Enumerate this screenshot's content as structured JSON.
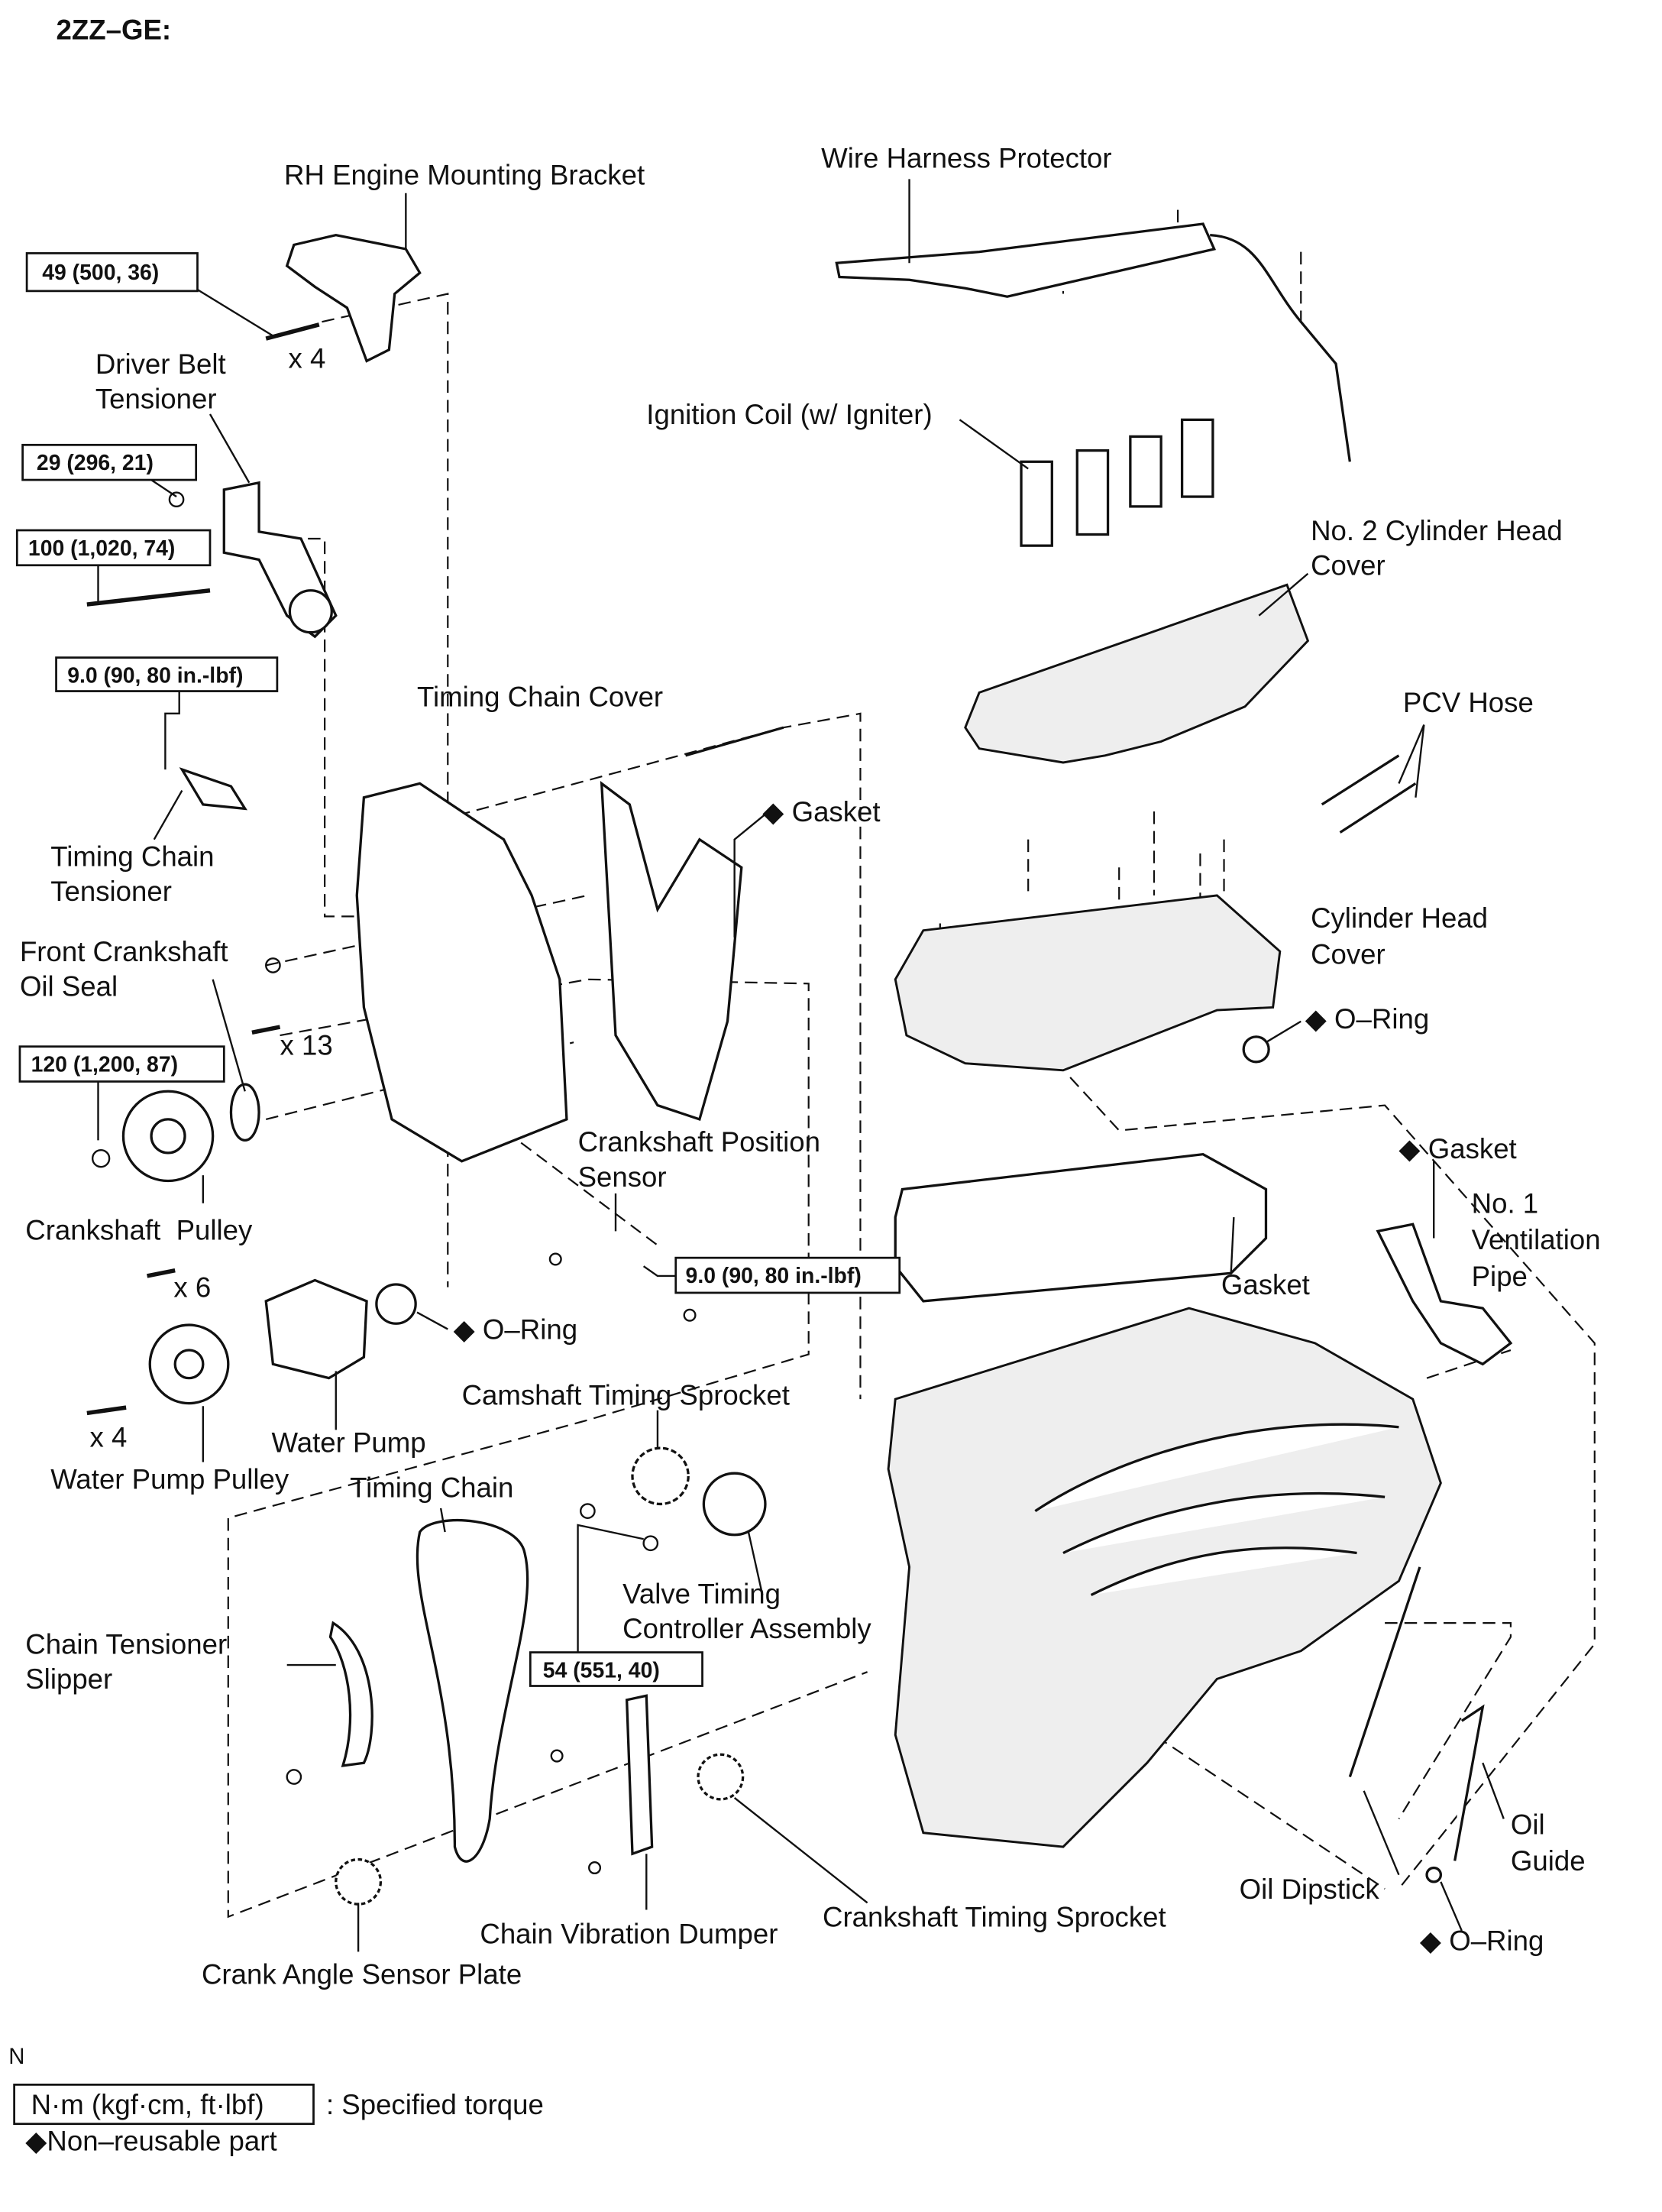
{
  "title": "2ZZ–GE:",
  "labels": {
    "rh_engine_mounting_bracket": "RH Engine Mounting Bracket",
    "wire_harness_protector": "Wire Harness Protector",
    "driver_belt_tensioner_1": "Driver Belt",
    "driver_belt_tensioner_2": "Tensioner",
    "ignition_coil": "Ignition Coil (w/ Igniter)",
    "no2_cyl_head_cover_1": "No. 2 Cylinder Head",
    "no2_cyl_head_cover_2": "Cover",
    "timing_chain_cover": "Timing Chain Cover",
    "pcv_hose": "PCV Hose",
    "gasket_chain_cover": "◆ Gasket",
    "timing_chain_tensioner_1": "Timing Chain",
    "timing_chain_tensioner_2": "Tensioner",
    "cyl_head_cover_1": "Cylinder Head",
    "cyl_head_cover_2": "Cover",
    "front_crank_oil_seal_1": "Front Crankshaft",
    "front_crank_oil_seal_2": "Oil Seal",
    "oring_head_cover": "◆ O–Ring",
    "crank_position_sensor_1": "Crankshaft Position",
    "crank_position_sensor_2": "Sensor",
    "gasket_vent_pipe": "◆ Gasket",
    "no1_vent_pipe_1": "No. 1",
    "no1_vent_pipe_2": "Ventilation",
    "no1_vent_pipe_3": "Pipe",
    "crankshaft_pulley": "Crankshaft  Pulley",
    "gasket_head_cover": "Gasket",
    "oring_water_pump": "◆ O–Ring",
    "camshaft_timing_sprocket": "Camshaft Timing Sprocket",
    "water_pump": "Water Pump",
    "water_pump_pulley": "Water Pump Pulley",
    "timing_chain": "Timing Chain",
    "vvt_controller_1": "Valve Timing",
    "vvt_controller_2": "Controller Assembly",
    "chain_tensioner_slipper_1": "Chain Tensioner",
    "chain_tensioner_slipper_2": "Slipper",
    "oil_guide_1": "Oil",
    "oil_guide_2": "Guide",
    "oil_dipstick": "Oil Dipstick",
    "crankshaft_timing_sprocket": "Crankshaft Timing Sprocket",
    "chain_vibration_dumper": "Chain Vibration Dumper",
    "oring_oil_guide": "◆ O–Ring",
    "crank_angle_sensor_plate": "Crank Angle Sensor Plate"
  },
  "quantities": {
    "bracket_bolts": "x 4",
    "cover_bolts": "x 13",
    "pump_bolts": "x 6",
    "pulley_bolts": "x 4"
  },
  "torques": {
    "bracket": "49 (500, 36)",
    "tensioner_nut": "29 (296, 21)",
    "tensioner_bolt": "100 (1,020, 74)",
    "chain_tensioner": "9.0 (90, 80 in.-lbf)",
    "crank_pulley": "120 (1,200, 87)",
    "crank_sensor": "9.0 (90, 80 in.-lbf)",
    "sprocket_bolt": "54 (551, 40)"
  },
  "footer": {
    "n_mark": "N",
    "torque_unit": "N·m (kgf·cm, ft·lbf)",
    "torque_desc": ": Specified torque",
    "non_reusable": "◆Non–reusable part"
  }
}
